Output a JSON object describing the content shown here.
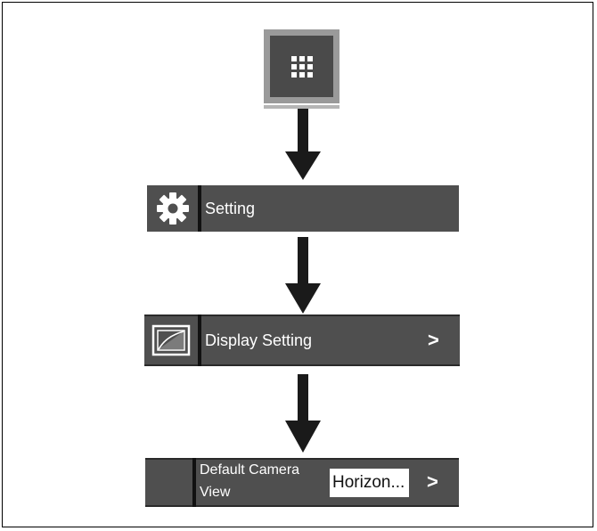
{
  "steps": {
    "step1": {
      "icon": "grid-apps-icon"
    },
    "step2": {
      "icon": "gear-icon",
      "label": "Setting"
    },
    "step3": {
      "icon": "display-screen-icon",
      "label": "Display Setting",
      "chevron": ">"
    },
    "step4": {
      "label_line1": "Default Camera",
      "label_line2": "View",
      "value": "Horizon...",
      "chevron": ">"
    }
  },
  "colors": {
    "bar": "#4f4f4f",
    "separator": "#111111",
    "text": "#ffffff",
    "arrow": "#1a1a1a"
  }
}
